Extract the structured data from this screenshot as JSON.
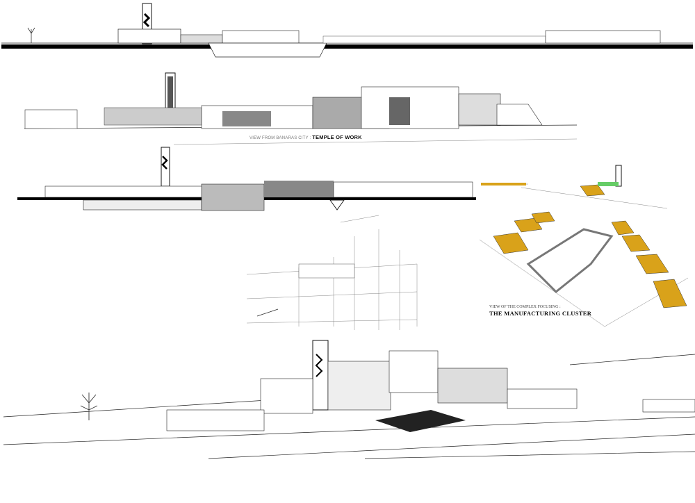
{
  "captions": {
    "elevation_view": {
      "prefix": "VIEW FROM BANARAS CITY : ",
      "title": "TEMPLE OF WORK"
    },
    "axonometric_view": {
      "prefix": "VIEW OF THE COMPLEX FOCUSING :",
      "title": "THE MANUFACTURING CLUSTER"
    }
  },
  "colors": {
    "accent_roof": "#d9a21a",
    "ground": "#000000",
    "shade": "#9a9a9a"
  }
}
